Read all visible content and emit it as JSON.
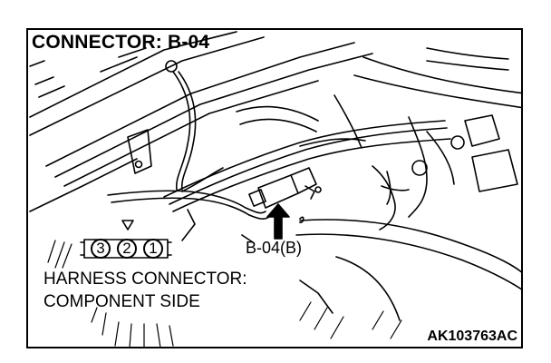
{
  "diagram": {
    "title": "CONNECTOR: B-04",
    "callout_label": "B-04(B)",
    "harness_label_line1": "HARNESS CONNECTOR:",
    "harness_label_line2": "COMPONENT SIDE",
    "image_code": "AK103763AC",
    "pins": [
      "3",
      "2",
      "1"
    ]
  }
}
